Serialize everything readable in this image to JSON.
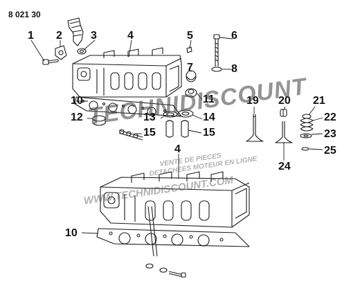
{
  "reference": "8 021 30",
  "callouts": [
    "1",
    "2",
    "3",
    "4",
    "5",
    "6",
    "7",
    "8",
    "10",
    "11",
    "12",
    "13",
    "14",
    "15",
    "19",
    "20",
    "21",
    "22",
    "23",
    "24",
    "25",
    "4",
    "10"
  ],
  "watermark": {
    "brand": "TECHNIDISCOUNT",
    "tagline1": "VENTE DE PIECES",
    "tagline2": "DETACHEES MOTEUR EN LIGNE",
    "url": "WWW.TECHNIDISCOUNT.COM"
  }
}
